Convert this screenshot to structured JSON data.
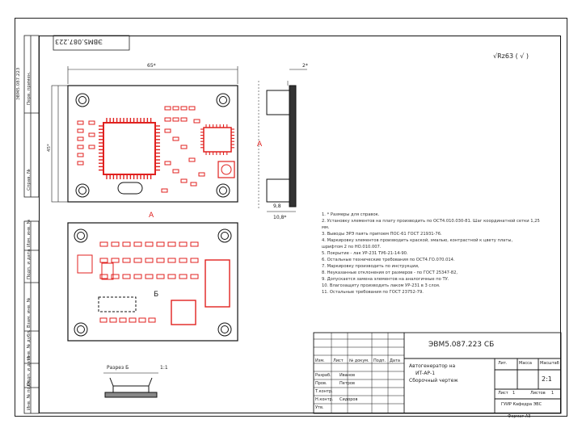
{
  "doc": {
    "code_box": "ЭВМ5.087.223",
    "code_box_rotated": "ЭВМ5.087.223",
    "roughness": "√Rz63 ( √ )",
    "designation": "ЭВМ5.087.223 СБ",
    "title_line1": "Автогенератор на",
    "title_line2": "ИТ-АР-1",
    "title_line3": "Сборочный чертеж",
    "scale": "2:1",
    "sheet": "1",
    "sheets": "1",
    "org_line1": "ГУИР Кафедра ЭВС",
    "org_line2": "Формат A3",
    "dims": {
      "width_top": "65*",
      "height_left": "45*",
      "side_thk": "2*",
      "side_b1": "9,8",
      "side_b2": "10,8*"
    },
    "view_label_top": "А",
    "view_label_side": "А",
    "view_label_bottom": "Б",
    "section_label": "Разрез Б",
    "section_scale": "1:1",
    "stamp_left": [
      "Изм. инв. №",
      "Подп. и дата",
      "Взам. инв. №",
      "Инв. № дубл.",
      "Подп. и дата",
      "Инв. № подл."
    ],
    "margin_left": [
      "Перв. примен.",
      "Справ. №"
    ],
    "notes": [
      "1.  * Размеры для справок.",
      "2.  Установку элементов на плату производить по ОСТ4.010.030-81. Шаг координатной сетки 1,25",
      "мм.",
      "3.  Выводы ЭРЭ паять припоем ПОС-61 ГОСТ 21931-76.",
      "4.  Маркировку элементов производить краской, эмалью, контрастной к цвету платы,",
      "шрифтом 2 по НО.010.007.",
      "5.  Покрытие - лак УР-231 ТУ6-21-14-90.",
      "6.  Остальные технические требования по ОСТ4.ГО.070.014.",
      "7.  Маркировку производить по инструкции,",
      "8.  Неуказанные отклонения от размеров - по ГОСТ 25347-82,",
      "9.  Допускается замена элементов на аналогичные по ТУ.",
      "10. Влагозащиту производить лаком УР-231 в 3 слоя.",
      "11. Остальные требования по ГОСТ 23752-79."
    ],
    "tb_rows": [
      "Изм.",
      "Лист",
      "№ докум.",
      "Подп.",
      "Дата"
    ],
    "tb_people": [
      "Разраб.",
      "Пров.",
      "Т.контр.",
      "Н.контр.",
      "Утв."
    ],
    "tb_names": [
      "Иванов",
      "Петров",
      "",
      "Сидоров",
      ""
    ],
    "tb_heads": [
      "Лит.",
      "Масса",
      "Масштаб",
      "Лист",
      "Листов"
    ],
    "colors": {
      "component": "#e0211f",
      "line": "#1a1a1a",
      "silk": "#444444"
    }
  }
}
